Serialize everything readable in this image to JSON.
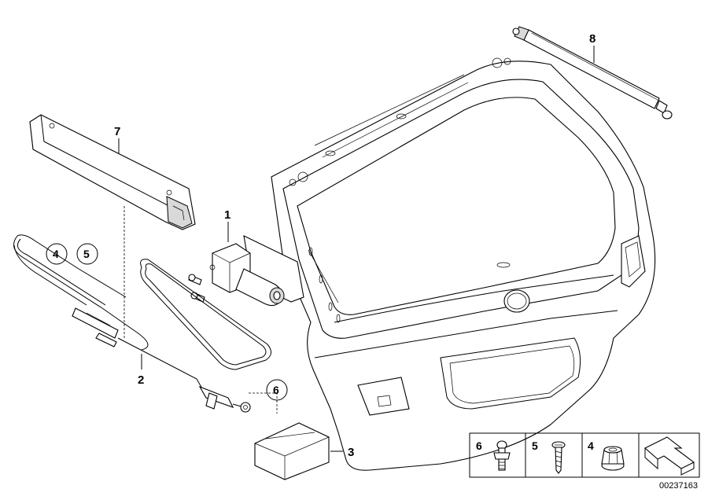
{
  "callouts": {
    "p1": "1",
    "p2": "2",
    "p3": "3",
    "p4": "4",
    "p5": "5",
    "p6": "6",
    "p7": "7",
    "p8": "8"
  },
  "legend": {
    "item_a": "6",
    "item_b": "5",
    "item_c": "4"
  },
  "reference_number": "00237163"
}
